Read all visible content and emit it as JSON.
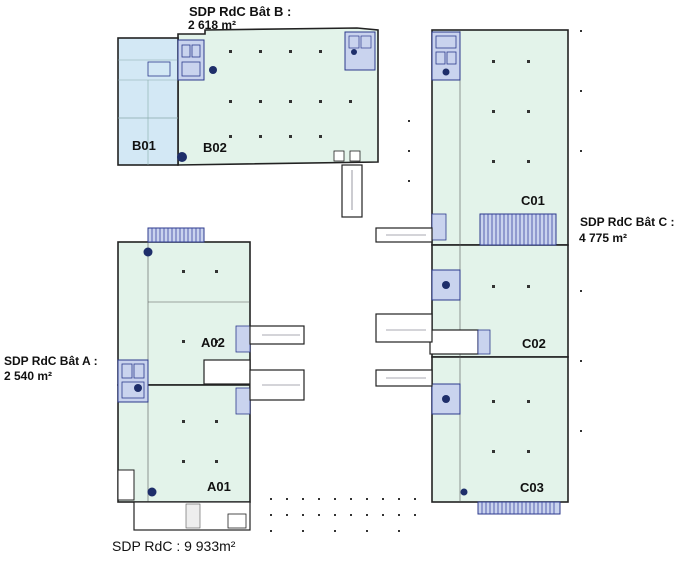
{
  "building_b": {
    "caption": "SDP  RdC Bât B :",
    "area": "2 618 m²",
    "units": [
      "B01",
      "B02"
    ]
  },
  "building_a": {
    "caption": "SDP  RdC Bât A :",
    "area": "2 540 m²",
    "units": [
      "A02",
      "A01"
    ]
  },
  "building_c": {
    "caption": "SDP  RdC Bât C :",
    "area": "4 775 m²",
    "units": [
      "C01",
      "C02",
      "C03"
    ]
  },
  "total": {
    "caption": "SDP  RdC : 9 933m²"
  },
  "colors": {
    "floor": "#e3f3ea",
    "office": "#d3e8f5",
    "wall": "#222222",
    "stair": "#3a46a0",
    "column": "#333333"
  }
}
